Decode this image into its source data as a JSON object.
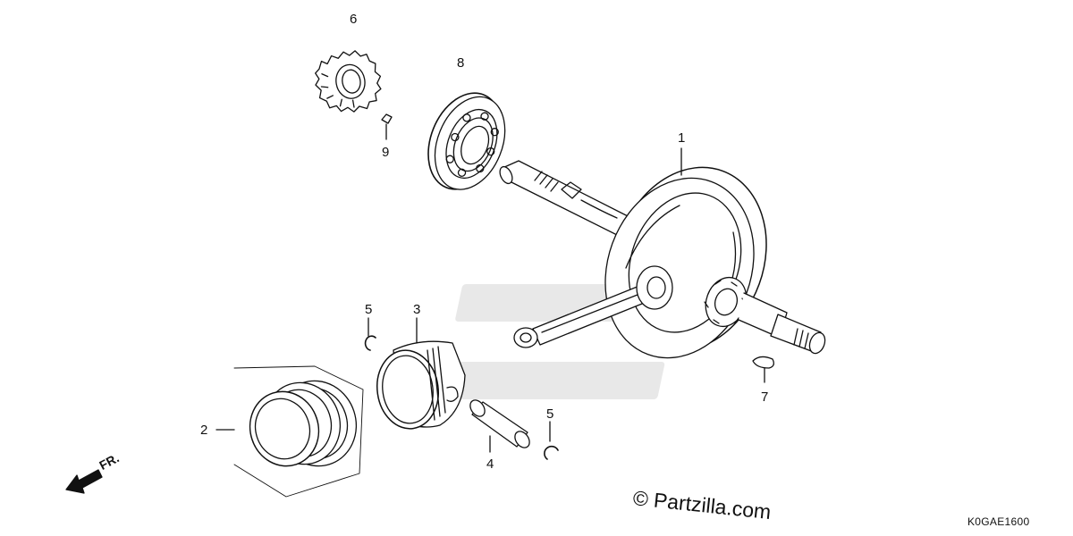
{
  "callouts": {
    "c1": "1",
    "c2": "2",
    "c3": "3",
    "c4": "4",
    "c5a": "5",
    "c5b": "5",
    "c6": "6",
    "c7": "7",
    "c8": "8",
    "c9": "9"
  },
  "front_indicator": "FR.",
  "watermark": "© Partzilla.com",
  "diagram_code": "K0GAE1600",
  "colors": {
    "ink": "#111111",
    "background": "#ffffff",
    "watermark_shade": "#e4e4e4"
  }
}
